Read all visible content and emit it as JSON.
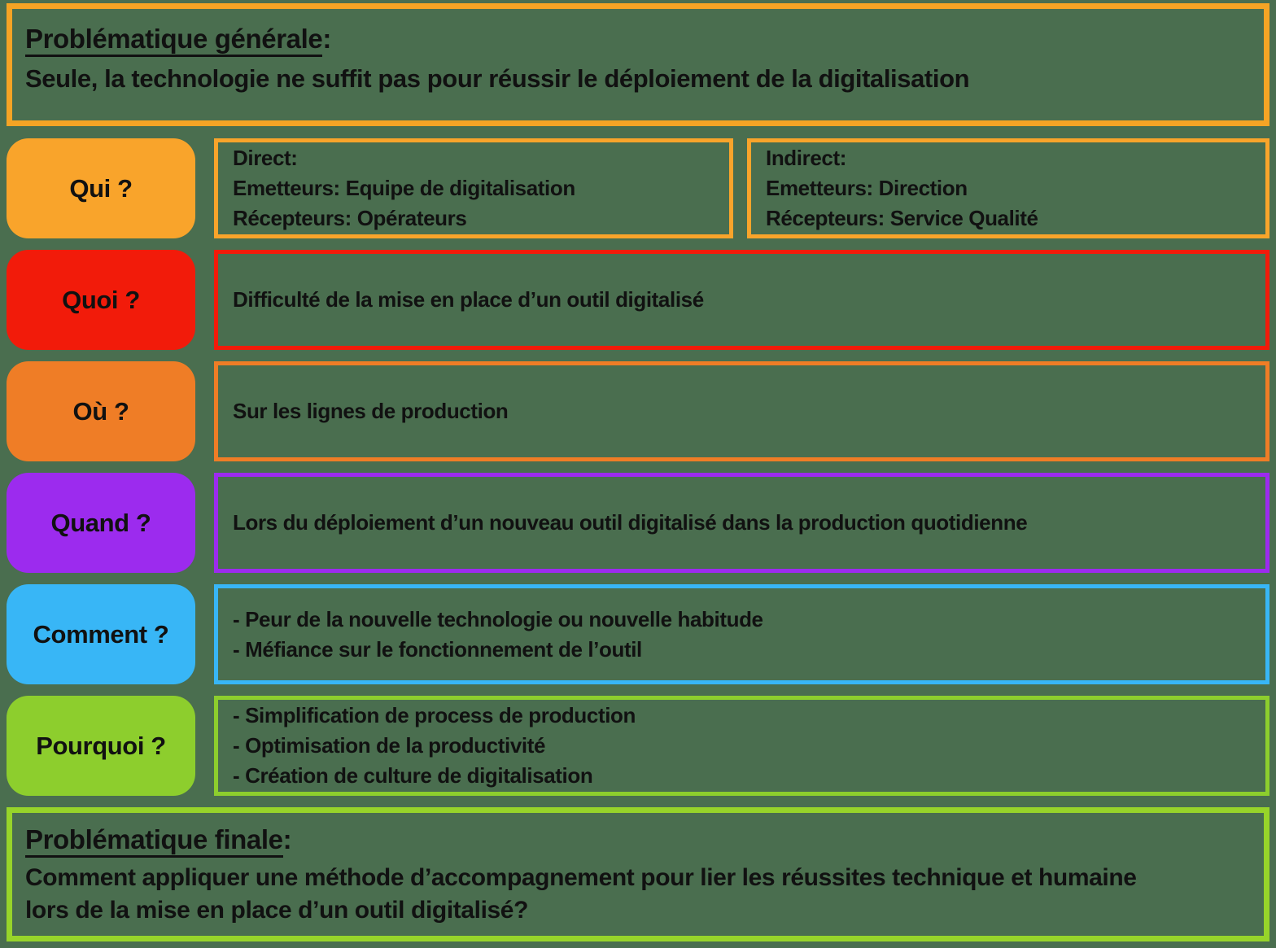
{
  "page": {
    "background": "#4A6E4F",
    "text_color": "#111111"
  },
  "top_box": {
    "heading": "Problématique générale",
    "colon": ":",
    "body": "Seule, la technologie ne suffit pas pour réussir le déploiement de la digitalisation",
    "border_color": "#F5A425"
  },
  "rows": [
    {
      "label": "Qui ?",
      "color": "#F9A42B",
      "boxes": [
        {
          "lines": [
            "Direct:",
            "Emetteurs: Equipe de digitalisation",
            "Récepteurs: Opérateurs"
          ]
        },
        {
          "lines": [
            "Indirect:",
            "Emetteurs: Direction",
            "Récepteurs: Service Qualité"
          ]
        }
      ]
    },
    {
      "label": "Quoi ?",
      "color": "#F21B0A",
      "boxes": [
        {
          "lines": [
            "Difficulté de la mise en place d’un outil digitalisé"
          ]
        }
      ]
    },
    {
      "label": "Où ?",
      "color": "#EF7D26",
      "boxes": [
        {
          "lines": [
            "Sur les lignes de production"
          ]
        }
      ]
    },
    {
      "label": "Quand ?",
      "color": "#9C2BEE",
      "boxes": [
        {
          "lines": [
            "Lors du déploiement d’un nouveau outil digitalisé dans la production quotidienne"
          ]
        }
      ]
    },
    {
      "label": "Comment ?",
      "color": "#38B6F6",
      "boxes": [
        {
          "lines": [
            "- Peur de la nouvelle technologie ou nouvelle habitude",
            "- Méfiance sur le fonctionnement de l’outil"
          ]
        }
      ]
    },
    {
      "label": "Pourquoi ?",
      "color": "#8DCE2D",
      "boxes": [
        {
          "lines": [
            "- Simplification de process de production",
            "- Optimisation de la productivité",
            "- Création de culture de digitalisation"
          ]
        }
      ]
    }
  ],
  "bottom_box": {
    "heading": "Problématique finale",
    "colon": ":",
    "lines": [
      "Comment appliquer une méthode d’accompagnement pour lier les réussites technique et humaine",
      "lors de la mise en place d’un outil digitalisé?"
    ],
    "border_color": "#97D42A"
  }
}
